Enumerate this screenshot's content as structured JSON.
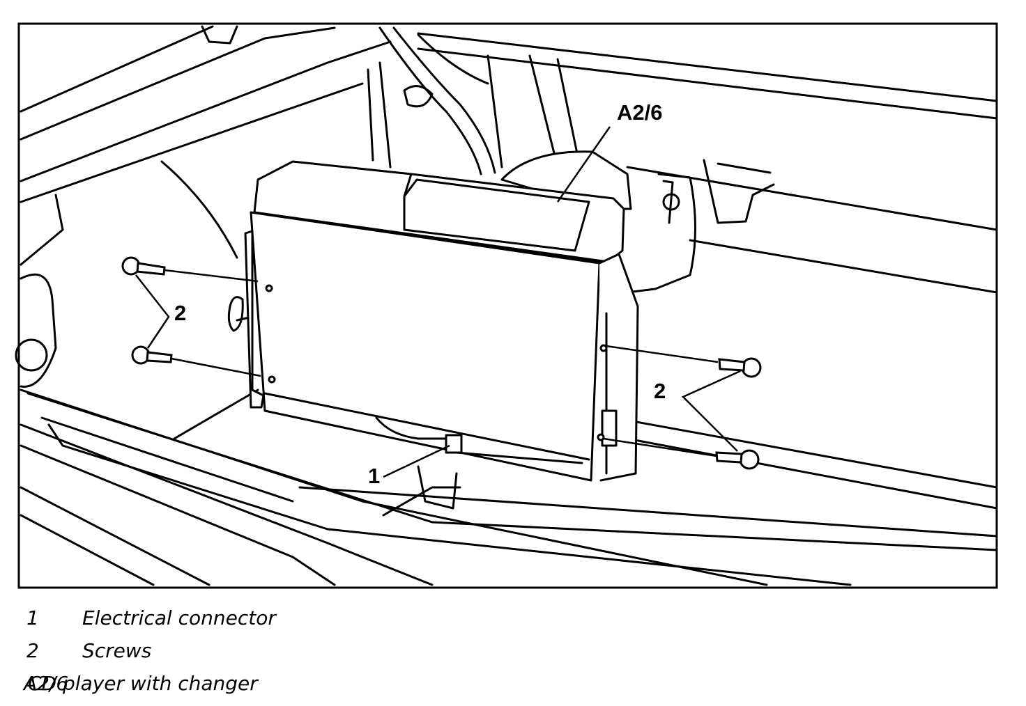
{
  "callouts": {
    "module": "A2/6",
    "connector": "1",
    "screws_left": "2",
    "screws_right": "2"
  },
  "legend": [
    {
      "key": "1",
      "description": "Electrical connector"
    },
    {
      "key": "2",
      "description": "Screws"
    },
    {
      "key": "A2/6",
      "description": "CD player with changer"
    }
  ],
  "colors": {
    "ink": "#000000",
    "paper": "#ffffff"
  }
}
